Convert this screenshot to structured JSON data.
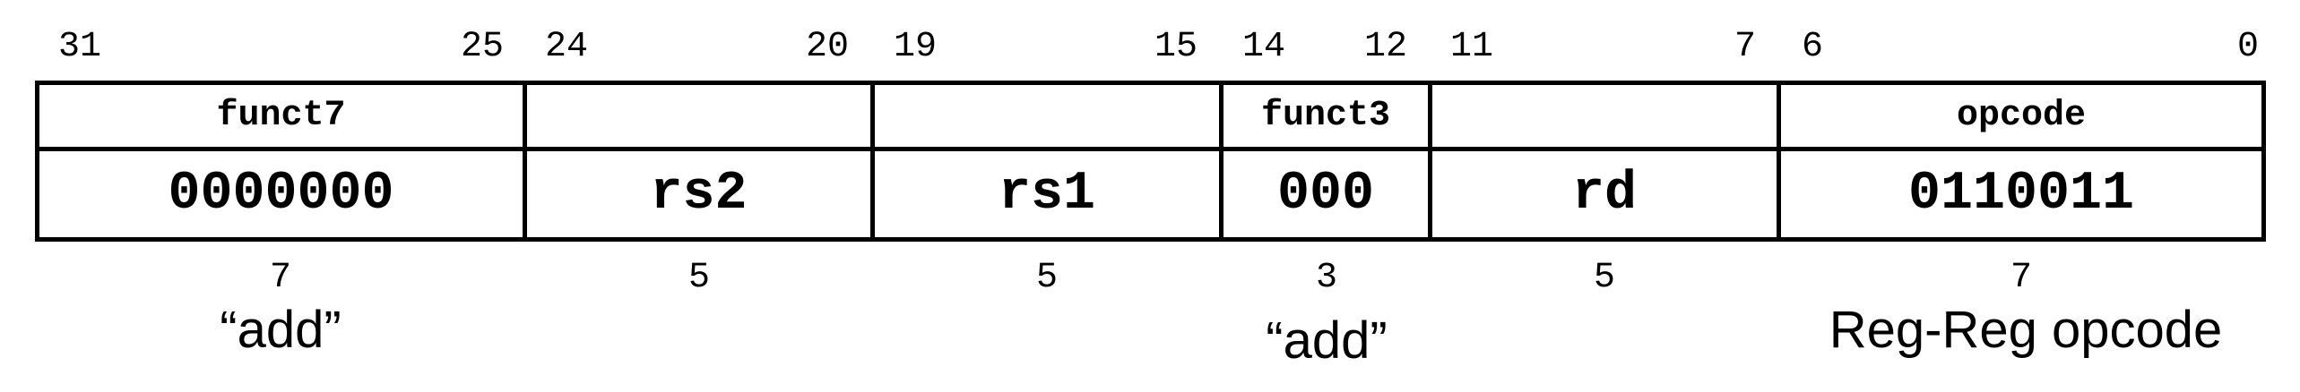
{
  "bit_positions": {
    "funct7": {
      "high": "31",
      "low": "25"
    },
    "rs2": {
      "high": "24",
      "low": "20"
    },
    "rs1": {
      "high": "19",
      "low": "15"
    },
    "funct3": {
      "high": "14",
      "low": "12"
    },
    "rd": {
      "high": "11",
      "low": "7"
    },
    "opcode": {
      "high": "6",
      "low": "0"
    }
  },
  "fields": {
    "funct7": {
      "label": "funct7",
      "value": "0000000",
      "width": "7"
    },
    "rs2": {
      "label": "",
      "value": "rs2",
      "width": "5"
    },
    "rs1": {
      "label": "",
      "value": "rs1",
      "width": "5"
    },
    "funct3": {
      "label": "funct3",
      "value": "000",
      "width": "3"
    },
    "rd": {
      "label": "",
      "value": "rd",
      "width": "5"
    },
    "opcode": {
      "label": "opcode",
      "value": "0110011",
      "width": "7"
    }
  },
  "annotations": {
    "funct7": "“add”",
    "funct3": "“add”",
    "opcode": "Reg-Reg opcode"
  }
}
